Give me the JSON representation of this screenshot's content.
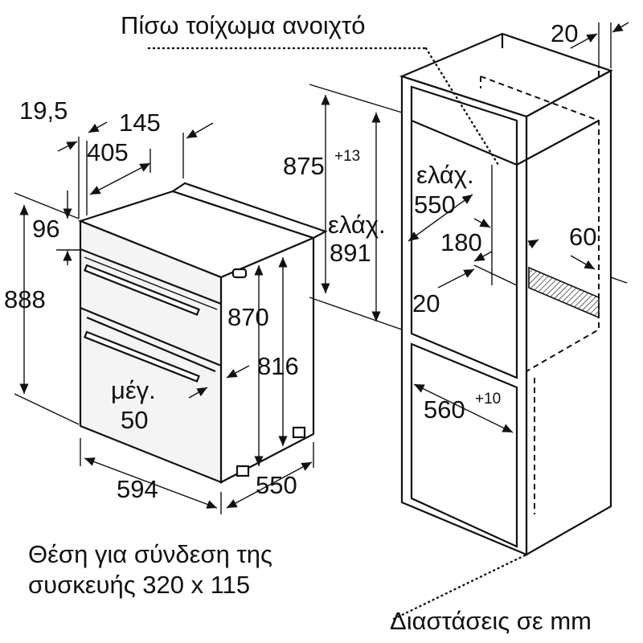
{
  "labels": {
    "rear_wall_open": "Πίσω τοίχωμα ανοιχτό",
    "rear_gap": "20",
    "depth_offset": "19,5",
    "depth_145": "145",
    "depth_405": "405",
    "height_96": "96",
    "height_888": "888",
    "height_870": "870",
    "height_816": "816",
    "max_label": "μέγ.",
    "max_value": "50",
    "width_594": "594",
    "depth_550": "550",
    "niche_height": "875",
    "niche_height_tol": "+13",
    "min_label_1": "ελάχ.",
    "min_height": "891",
    "min_label_2": "ελάχ.",
    "min_depth": "550",
    "vent_180": "180",
    "vent_60": "60",
    "vent_20": "20",
    "niche_width": "560",
    "niche_width_tol": "+10",
    "connection_line1": "Θέση για σύνδεση της",
    "connection_line2": "συσκευής 320 x 115",
    "units_note": "Διαστάσεις σε mm"
  }
}
